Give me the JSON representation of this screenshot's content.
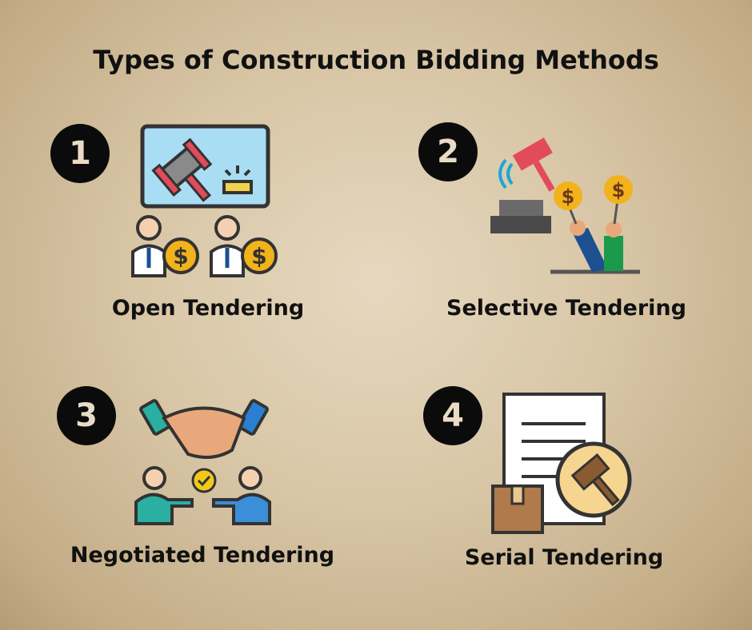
{
  "title": "Types of Construction Bidding Methods",
  "items": [
    {
      "number": "1",
      "label": "Open Tendering",
      "icon": "auction-screen-bidders-icon"
    },
    {
      "number": "2",
      "label": "Selective Tendering",
      "icon": "gavel-bids-icon"
    },
    {
      "number": "3",
      "label": "Negotiated Tendering",
      "icon": "handshake-agreement-icon"
    },
    {
      "number": "4",
      "label": "Serial Tendering",
      "icon": "document-gavel-icon"
    }
  ],
  "colors": {
    "background": "#d8c6a6",
    "circle": "#0b0b0b",
    "coin": "#f2b21b",
    "screen": "#a9ddf3"
  }
}
